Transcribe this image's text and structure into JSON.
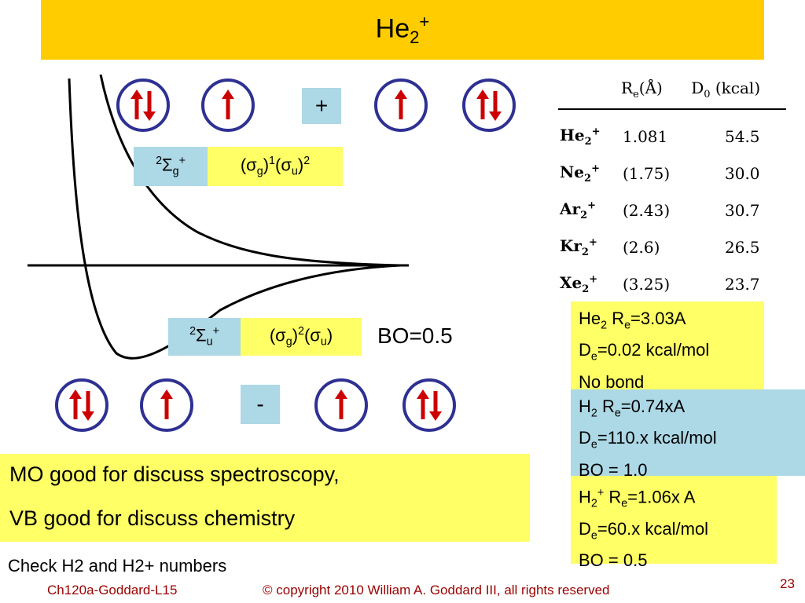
{
  "title": {
    "base": "He",
    "sub": "2",
    "sup": "+"
  },
  "top_row": {
    "spins": [
      "up-down-arrow-icon",
      "up-arrow-icon",
      "up-arrow-icon",
      "up-down-arrow-icon"
    ],
    "sign": "+"
  },
  "bottom_row": {
    "spins": [
      "up-down-arrow-icon",
      "up-arrow-icon",
      "up-arrow-icon",
      "up-down-arrow-icon"
    ],
    "sign": "-"
  },
  "state_upper": {
    "term": {
      "pre": "2",
      "sym": "Σ",
      "sub": "g",
      "sup": "+"
    },
    "config": {
      "open1": "(σ",
      "sub1": "g",
      "close1": ")",
      "exp1": "1",
      "open2": "(σ",
      "sub2": "u",
      "close2": ")",
      "exp2": "2"
    }
  },
  "state_lower": {
    "term": {
      "pre": "2",
      "sym": "Σ",
      "sub": "u",
      "sup": "+"
    },
    "config": {
      "open1": "(σ",
      "sub1": "g",
      "close1": ")",
      "exp1": "2",
      "open2": "(σ",
      "sub2": "u",
      "close2": ")",
      "exp2": ""
    },
    "bond_order": "BO=0.5"
  },
  "table": {
    "header": {
      "re_main": "R",
      "re_sub": "e",
      "re_unit": "(Å)",
      "de_main": "D",
      "de_sub": "0",
      "de_unit": " (kcal)"
    },
    "rows": [
      {
        "el": "He",
        "sub": "2",
        "sup": "+",
        "re": "1.081",
        "de": "54.5"
      },
      {
        "el": "Ne",
        "sub": "2",
        "sup": "+",
        "re": "(1.75)",
        "de": "30.0"
      },
      {
        "el": "Ar",
        "sub": "2",
        "sup": "+",
        "re": "(2.43)",
        "de": "30.7"
      },
      {
        "el": "Kr",
        "sub": "2",
        "sup": "+",
        "re": "(2.6)",
        "de": "26.5"
      },
      {
        "el": "Xe",
        "sub": "2",
        "sup": "+",
        "re": "(3.25)",
        "de": "23.7"
      }
    ]
  },
  "box_he2": {
    "l1a": "He",
    "l1sub": "2",
    "l1b": " R",
    "l1sub2": "e",
    "l1c": "=3.03A",
    "l2a": "D",
    "l2sub": "e",
    "l2b": "=0.02 kcal/mol",
    "l3": "No bond"
  },
  "box_h2": {
    "l1a": "H",
    "l1sub": "2",
    "l1b": " R",
    "l1sub2": "e",
    "l1c": "=0.74xA",
    "l2a": "D",
    "l2sub": "e",
    "l2b": "=110.x  kcal/mol",
    "l3": "BO = 1.0"
  },
  "box_h2plus": {
    "l1a": "H",
    "l1sub": "2",
    "l1sup": "+",
    "l1b": " R",
    "l1sub2": "e",
    "l1c": "=1.06x A",
    "l2a": "D",
    "l2sub": "e",
    "l2b": "=60.x  kcal/mol",
    "l3": "BO = 0.5"
  },
  "note": {
    "line1": "MO good for discuss spectroscopy,",
    "line2": "VB good for discuss chemistry"
  },
  "check_text": "Check H2 and H2+ numbers",
  "footer": {
    "left": "Ch120a-Goddard-L15",
    "center": "© copyright 2010 William A. Goddard III, all rights reserved",
    "page": "23"
  },
  "colors": {
    "title_bg": "#FFCC00",
    "yellow": "#FFFF66",
    "blue": "#ADD8E6",
    "circle": "#2E3192",
    "arrow": "#CC0000",
    "footer": "#990000"
  }
}
